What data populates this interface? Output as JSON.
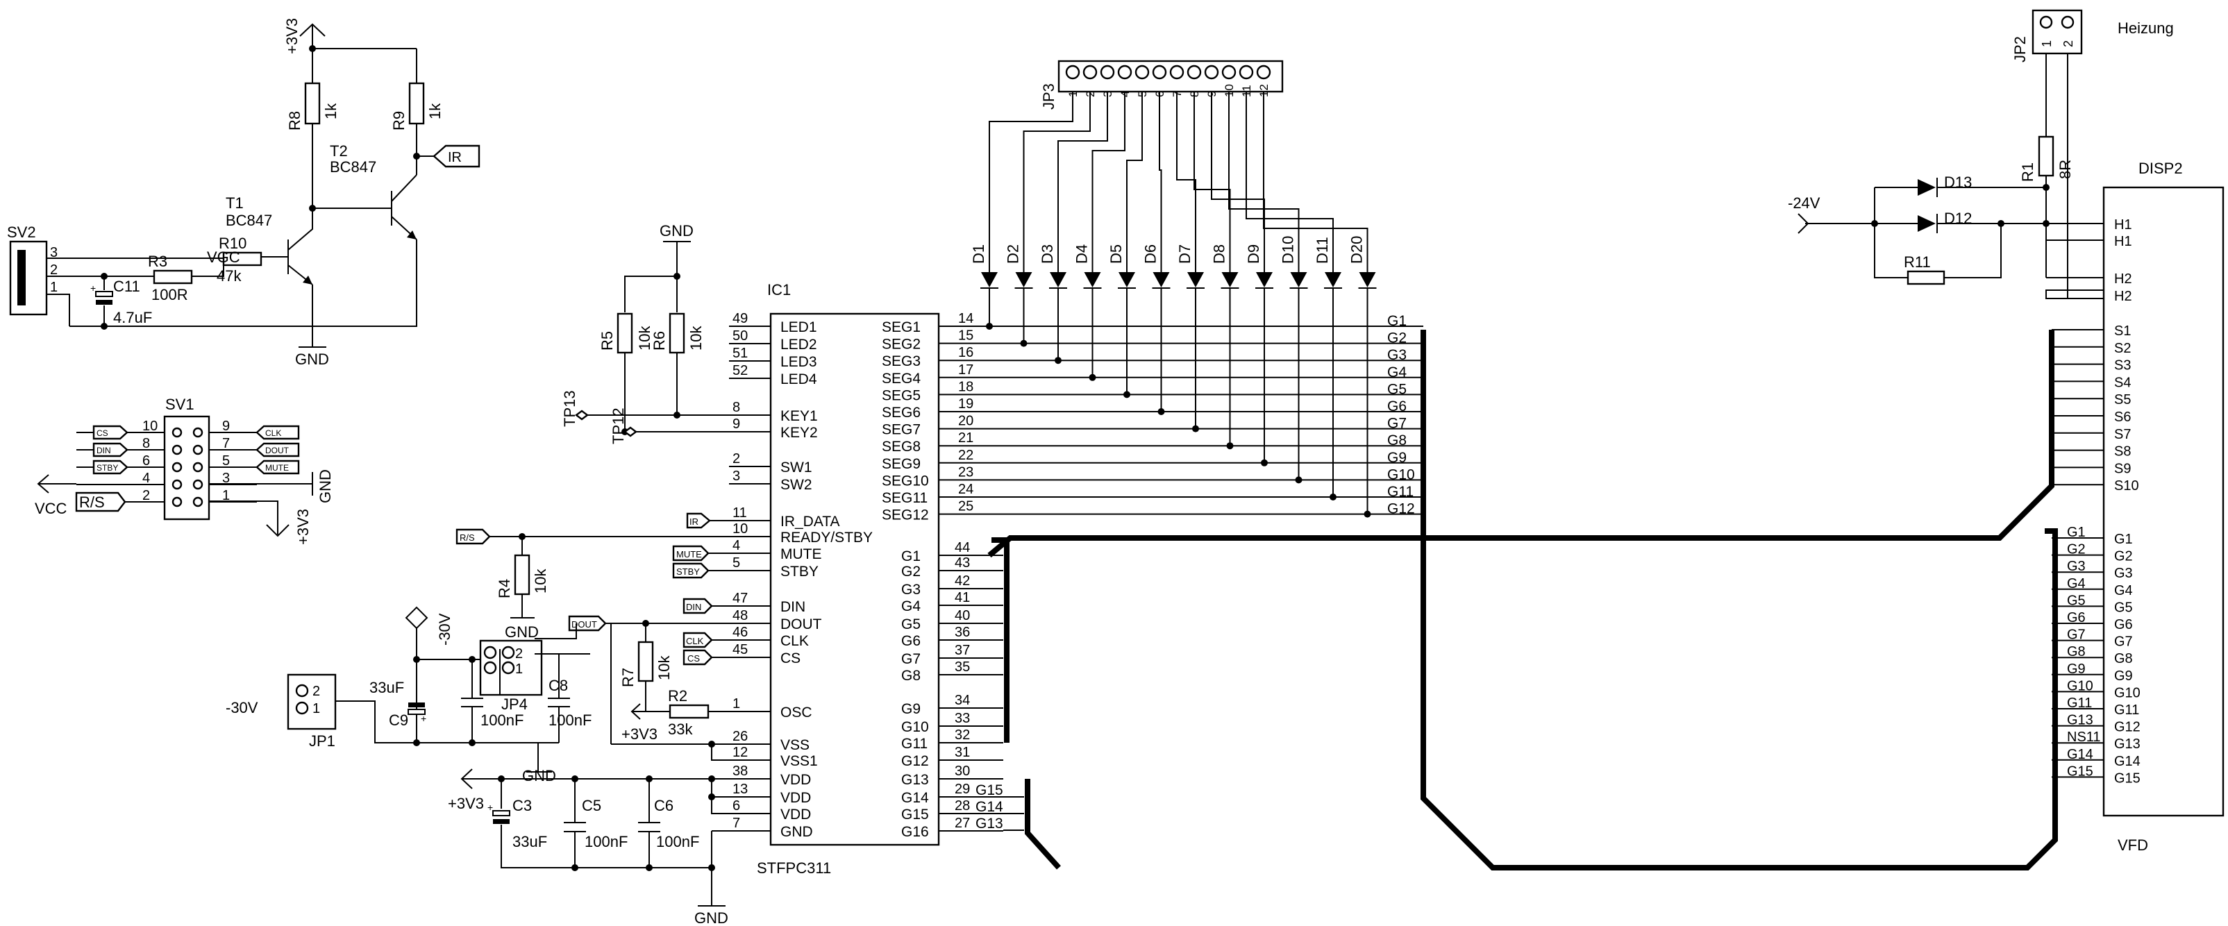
{
  "supply": {
    "v3_top": "+3V3",
    "gnd_top": "GND",
    "gnd_t1": "GND",
    "vcc": "VCC",
    "v3_sv1": "+3V3",
    "gnd_sv1": "GND",
    "m30v_sym": "-30V",
    "v3_r2": "+3V3",
    "gnd_jp4": "GND",
    "gnd_c8": "GND",
    "v3_vdd": "+3V3",
    "gnd_bottom": "GND",
    "m24v": "-24V",
    "m30v_jp1": "-30V"
  },
  "transistors": {
    "t1_ref": "T1",
    "t1_type": "BC847",
    "t2_ref": "T2",
    "t2_type": "BC847"
  },
  "resistors": {
    "r8_ref": "R8",
    "r8_val": "1k",
    "r9_ref": "R9",
    "r9_val": "1k",
    "r10_ref": "R10",
    "r10_val": "47k",
    "r3_ref": "R3",
    "r3_val": "100R",
    "r5_ref": "R5",
    "r5_val": "10k",
    "r6_ref": "R6",
    "r6_val": "10k",
    "r4_ref": "R4",
    "r4_val": "10k",
    "r7_ref": "R7",
    "r7_val": "10k",
    "r2_ref": "R2",
    "r2_val": "33k",
    "r1_ref": "R1",
    "r1_val": "8R",
    "r11_ref": "R11"
  },
  "capacitors": {
    "c11_ref": "C11",
    "c11_val": "4.7uF",
    "c9_ref": "C9",
    "c9_val": "33uF",
    "c7_val": "100nF",
    "c8_ref": "C8",
    "c8_val": "100nF",
    "c3_ref": "C3",
    "c3_val": "33uF",
    "c5_ref": "C5",
    "c5_val": "100nF",
    "c6_ref": "C6",
    "c6_val": "100nF"
  },
  "labels": {
    "ir": "IR",
    "vgc": "VGC",
    "rs": "R/S",
    "mute": "MUTE",
    "stby": "STBY",
    "din": "DIN",
    "dout": "DOUT",
    "clk": "CLK",
    "cs": "CS",
    "tp13": "TP13",
    "tp12": "TP12"
  },
  "sv2": {
    "ref": "SV2",
    "pins": [
      "3",
      "2",
      "1"
    ]
  },
  "sv1": {
    "ref": "SV1",
    "rows": [
      {
        "ln": "CS",
        "lp": "10",
        "rp": "9",
        "rn": "CLK"
      },
      {
        "ln": "DIN",
        "lp": "8",
        "rp": "7",
        "rn": "DOUT"
      },
      {
        "ln": "STBY",
        "lp": "6",
        "rp": "5",
        "rn": "MUTE"
      },
      {
        "ln": "",
        "lp": "4",
        "rp": "3",
        "rn": ""
      },
      {
        "ln": "R/S",
        "lp": "2",
        "rp": "1",
        "rn": ""
      }
    ]
  },
  "jp1": {
    "ref": "JP1",
    "pins": [
      "2",
      "1"
    ]
  },
  "jp4": {
    "ref": "JP4",
    "pins": [
      "2",
      "1"
    ]
  },
  "jp2": {
    "ref": "JP2",
    "pins": [
      "1",
      "2"
    ],
    "title": "Heizung"
  },
  "jp3": {
    "ref": "JP3",
    "pins": [
      "1",
      "2",
      "3",
      "4",
      "5",
      "6",
      "7",
      "8",
      "9",
      "10",
      "11",
      "12"
    ]
  },
  "diodes": {
    "seg": [
      "D1",
      "D2",
      "D3",
      "D4",
      "D5",
      "D6",
      "D7",
      "D8",
      "D9",
      "D10",
      "D11",
      "D20"
    ],
    "d13": "D13",
    "d12": "D12"
  },
  "ic1": {
    "ref": "IC1",
    "part": "STFPC311",
    "left_pins": [
      {
        "num": "49",
        "name": "LED1"
      },
      {
        "num": "50",
        "name": "LED2"
      },
      {
        "num": "51",
        "name": "LED3"
      },
      {
        "num": "52",
        "name": "LED4"
      },
      {
        "num": "8",
        "name": "KEY1"
      },
      {
        "num": "9",
        "name": "KEY2"
      },
      {
        "num": "2",
        "name": "SW1"
      },
      {
        "num": "3",
        "name": "SW2"
      },
      {
        "num": "11",
        "name": "IR_DATA"
      },
      {
        "num": "10",
        "name": "READY/STBY"
      },
      {
        "num": "4",
        "name": "MUTE"
      },
      {
        "num": "5",
        "name": "STBY"
      },
      {
        "num": "47",
        "name": "DIN"
      },
      {
        "num": "48",
        "name": "DOUT"
      },
      {
        "num": "46",
        "name": "CLK"
      },
      {
        "num": "45",
        "name": "CS"
      },
      {
        "num": "1",
        "name": "OSC"
      },
      {
        "num": "26",
        "name": "VSS"
      },
      {
        "num": "12",
        "name": "VSS1"
      },
      {
        "num": "38",
        "name": "VDD"
      },
      {
        "num": "13",
        "name": "VDD"
      },
      {
        "num": "6",
        "name": "VDD"
      },
      {
        "num": "7",
        "name": "GND"
      }
    ],
    "seg_pins": [
      {
        "num": "14",
        "name": "SEG1"
      },
      {
        "num": "15",
        "name": "SEG2"
      },
      {
        "num": "16",
        "name": "SEG3"
      },
      {
        "num": "17",
        "name": "SEG4"
      },
      {
        "num": "18",
        "name": "SEG5"
      },
      {
        "num": "19",
        "name": "SEG6"
      },
      {
        "num": "20",
        "name": "SEG7"
      },
      {
        "num": "21",
        "name": "SEG8"
      },
      {
        "num": "22",
        "name": "SEG9"
      },
      {
        "num": "23",
        "name": "SEG10"
      },
      {
        "num": "24",
        "name": "SEG11"
      },
      {
        "num": "25",
        "name": "SEG12"
      }
    ],
    "grid_pins": [
      {
        "num": "44",
        "name": "G1"
      },
      {
        "num": "43",
        "name": "G2"
      },
      {
        "num": "42",
        "name": "G3"
      },
      {
        "num": "41",
        "name": "G4"
      },
      {
        "num": "40",
        "name": "G5"
      },
      {
        "num": "36",
        "name": "G6"
      },
      {
        "num": "37",
        "name": "G7"
      },
      {
        "num": "35",
        "name": "G8"
      },
      {
        "num": "34",
        "name": "G9"
      },
      {
        "num": "33",
        "name": "G10"
      },
      {
        "num": "32",
        "name": "G11"
      },
      {
        "num": "31",
        "name": "G12"
      },
      {
        "num": "30",
        "name": "G13"
      },
      {
        "num": "29",
        "name": "G14"
      },
      {
        "num": "28",
        "name": "G15"
      },
      {
        "num": "27",
        "name": "G16"
      }
    ],
    "bottom_nets": [
      "G15",
      "G14",
      "G13"
    ]
  },
  "seg_nets": [
    "G1",
    "G2",
    "G3",
    "G4",
    "G5",
    "G6",
    "G7",
    "G8",
    "G9",
    "G10",
    "G11",
    "G12"
  ],
  "disp2": {
    "ref": "DISP2",
    "part": "VFD",
    "pins_top": [
      "H1",
      "H1",
      "H2",
      "H2"
    ],
    "pins_s": [
      "S1",
      "S2",
      "S3",
      "S4",
      "S5",
      "S6",
      "S7",
      "S8",
      "S9",
      "S10"
    ],
    "pins_g": [
      "G1",
      "G2",
      "G3",
      "G4",
      "G5",
      "G6",
      "G7",
      "G8",
      "G9",
      "G10",
      "G11",
      "G12",
      "G13",
      "G14",
      "G15"
    ],
    "nets_g": [
      "G1",
      "G2",
      "G3",
      "G4",
      "G5",
      "G6",
      "G7",
      "G8",
      "G9",
      "G10",
      "G11",
      "G13",
      "NS11",
      "G14",
      "G15"
    ]
  }
}
